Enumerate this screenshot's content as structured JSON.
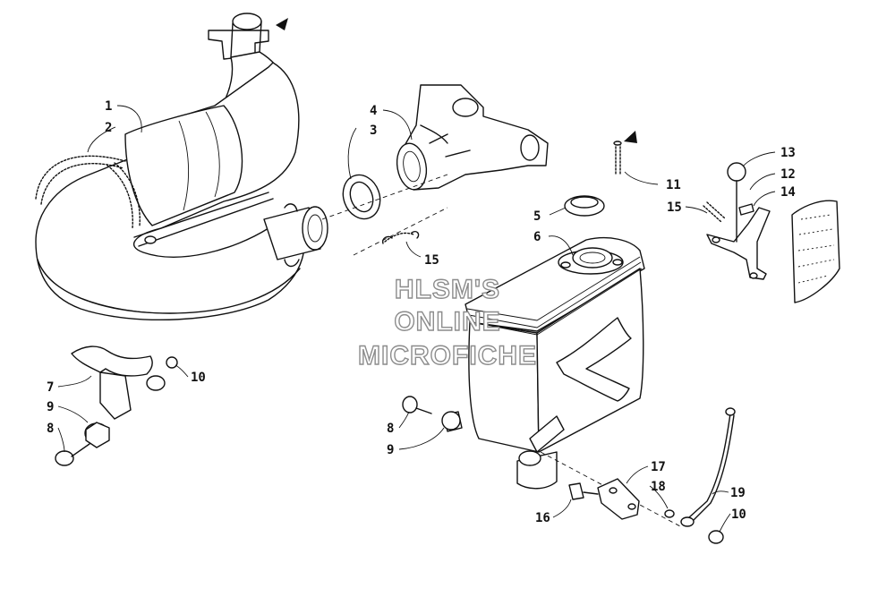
{
  "watermark": {
    "line1": "HLSM'S",
    "line2": "ONLINE",
    "line3": "MICROFICHE"
  },
  "callouts": {
    "c1": "1",
    "c2": "2",
    "c3": "3",
    "c4": "4",
    "c5": "5",
    "c6": "6",
    "c7": "7",
    "c8a": "8",
    "c8b": "8",
    "c9a": "9",
    "c9b": "9",
    "c10a": "10",
    "c10b": "10",
    "c11": "11",
    "c12": "12",
    "c13": "13",
    "c14": "14",
    "c15a": "15",
    "c15b": "15",
    "c16": "16",
    "c17": "17",
    "c18": "18",
    "c19": "19"
  },
  "icons": {
    "direction_arrows": "triangle-arrow-icon"
  }
}
